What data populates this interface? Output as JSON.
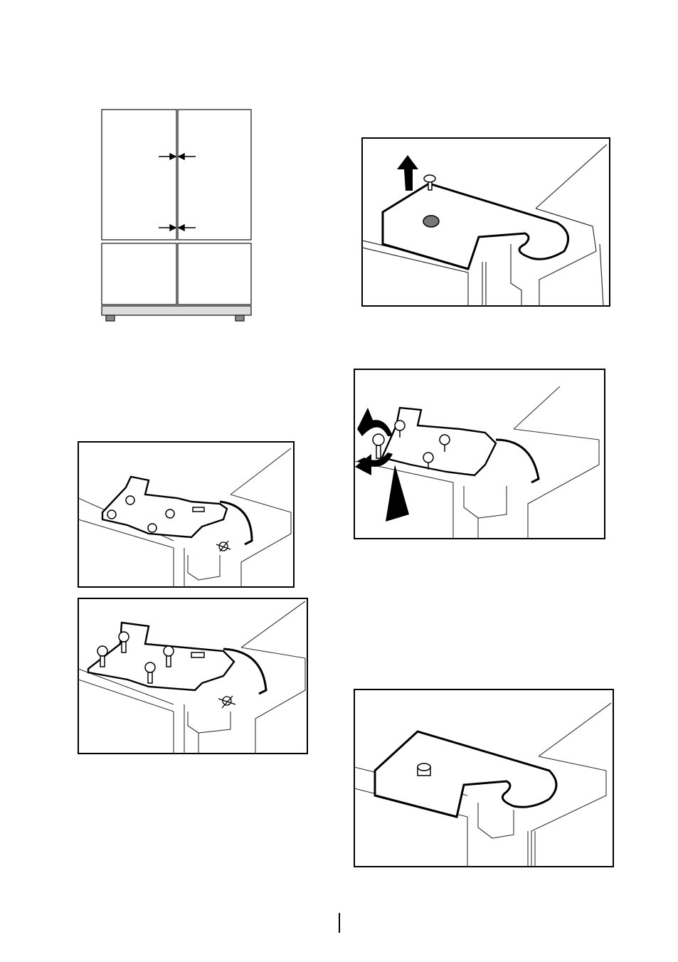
{
  "page": {
    "page_number": ""
  },
  "figures": [
    {
      "id": "fridge-front",
      "icon": "fridge-front-view-icon"
    },
    {
      "id": "hinge-cover-lift",
      "icon": "hinge-cover-lift-icon"
    },
    {
      "id": "hinge-bracket-1",
      "icon": "hinge-bracket-icon"
    },
    {
      "id": "hinge-screw-adjust",
      "icon": "screw-adjust-icon"
    },
    {
      "id": "hinge-bracket-2",
      "icon": "hinge-bracket-screws-icon"
    },
    {
      "id": "hinge-cover-installed",
      "icon": "hinge-cover-installed-icon"
    }
  ]
}
